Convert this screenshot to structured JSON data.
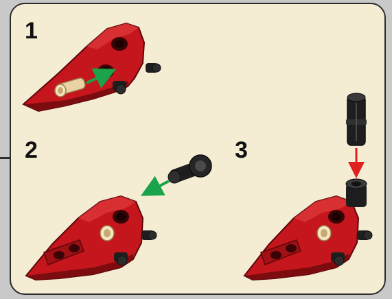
{
  "steps": [
    {
      "number": "1"
    },
    {
      "number": "2"
    },
    {
      "number": "3"
    }
  ],
  "colors": {
    "panel_bg": "#f4ecd3",
    "panel_border": "#2b2b2b",
    "part_red": "#c4161c",
    "part_red_dark": "#7d0c10",
    "part_black": "#1e1e1e",
    "part_tan": "#e9d3a3",
    "arrow_green": "#1aa34a",
    "arrow_red": "#e02020"
  }
}
